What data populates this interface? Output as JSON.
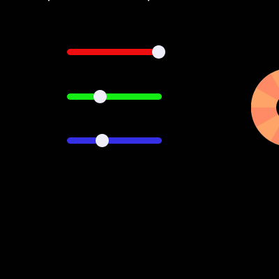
{
  "sliders": [
    {
      "name": "red",
      "track_color": "#ee0e10",
      "value": 1.0
    },
    {
      "name": "green",
      "track_color": "#14ee14",
      "value": 0.33
    },
    {
      "name": "blue",
      "track_color": "#3530e6",
      "value": 0.36
    }
  ],
  "colors": {
    "background": "#010101",
    "thumb": "#eeeefa",
    "wheel_primary": "#ffa468",
    "wheel_secondary": "#ff8a66"
  },
  "icons": {
    "top_left": "triangle-down-icon",
    "top_right": "triangle-down-icon",
    "wheel": "color-wheel-icon"
  }
}
